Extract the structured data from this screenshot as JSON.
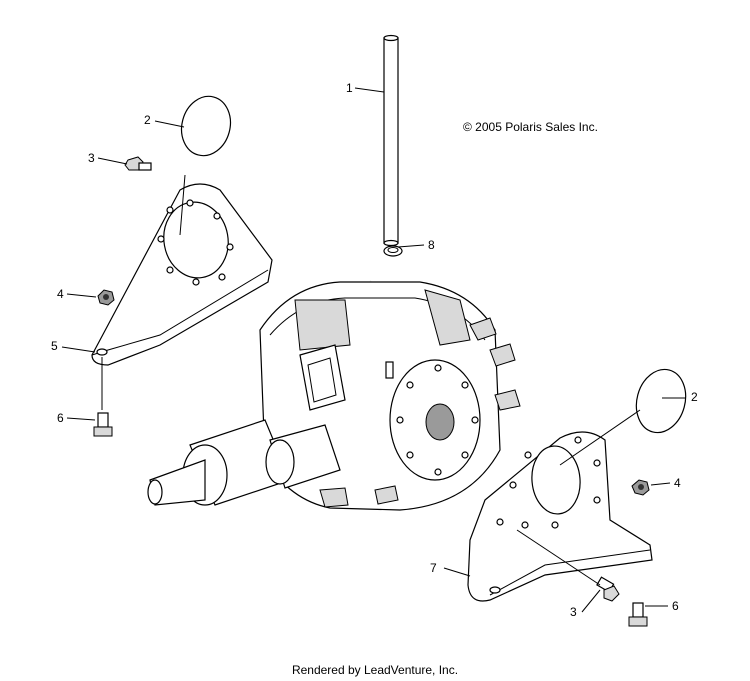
{
  "copyright": "© 2005 Polaris Sales Inc.",
  "footer": "Rendered by LeadVenture, Inc.",
  "callouts": [
    {
      "id": "c1",
      "label": "1"
    },
    {
      "id": "c2a",
      "label": "2"
    },
    {
      "id": "c3a",
      "label": "3"
    },
    {
      "id": "c4a",
      "label": "4"
    },
    {
      "id": "c5",
      "label": "5"
    },
    {
      "id": "c6a",
      "label": "6"
    },
    {
      "id": "c8",
      "label": "8"
    },
    {
      "id": "c2b",
      "label": "2"
    },
    {
      "id": "c4b",
      "label": "4"
    },
    {
      "id": "c7",
      "label": "7"
    },
    {
      "id": "c3b",
      "label": "3"
    },
    {
      "id": "c6b",
      "label": "6"
    }
  ],
  "icons": [
    "rod",
    "gasket",
    "bolt",
    "nut",
    "bracket-left",
    "bracket-right",
    "hose-clamp",
    "gearcase",
    "watermark-logo"
  ]
}
